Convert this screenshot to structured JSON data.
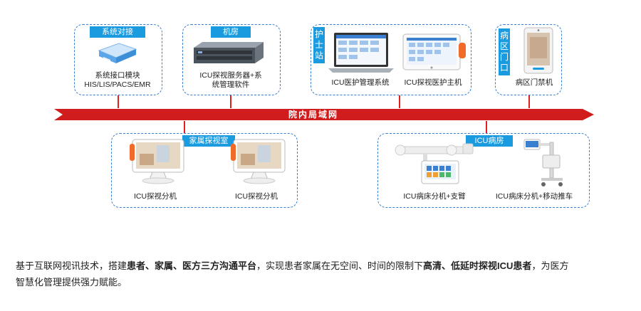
{
  "network": {
    "label": "院内局域网"
  },
  "groups": {
    "system": {
      "tag": "系统对接",
      "caption_line1": "系统接口模块",
      "caption_line2": "HIS/LIS/PACS/EMR"
    },
    "server_room": {
      "tag": "机房",
      "caption_line1": "ICU探视服务器+系",
      "caption_line2": "统管理软件"
    },
    "nurse_station": {
      "tag": "护士站",
      "caption_left": "ICU医护管理系统",
      "caption_right": "ICU探视医护主机"
    },
    "ward_door": {
      "tag": "病区门口",
      "caption": "病区门禁机"
    },
    "family_room": {
      "tag": "家属探视室",
      "caption_left": "ICU探视分机",
      "caption_right": "ICU探视分机"
    },
    "icu_ward": {
      "tag": "ICU病房",
      "caption_left": "ICU病床分机+支臂",
      "caption_right": "ICU病床分机+移动推车"
    }
  },
  "description": {
    "p1": "基于互联网视讯技术，搭建",
    "b1": "患者、家属、医方三方沟通平台",
    "p2": "，实现患者家属在无空间、时间的限制下",
    "b2": "高清、低延时探视ICU患者",
    "p3": "，为医方",
    "line2": "智慧化管理提供强力赋能。"
  },
  "colors": {
    "accent": "#1a9be0",
    "network": "#d01c1c",
    "dashed_border": "#3a7fd0"
  }
}
